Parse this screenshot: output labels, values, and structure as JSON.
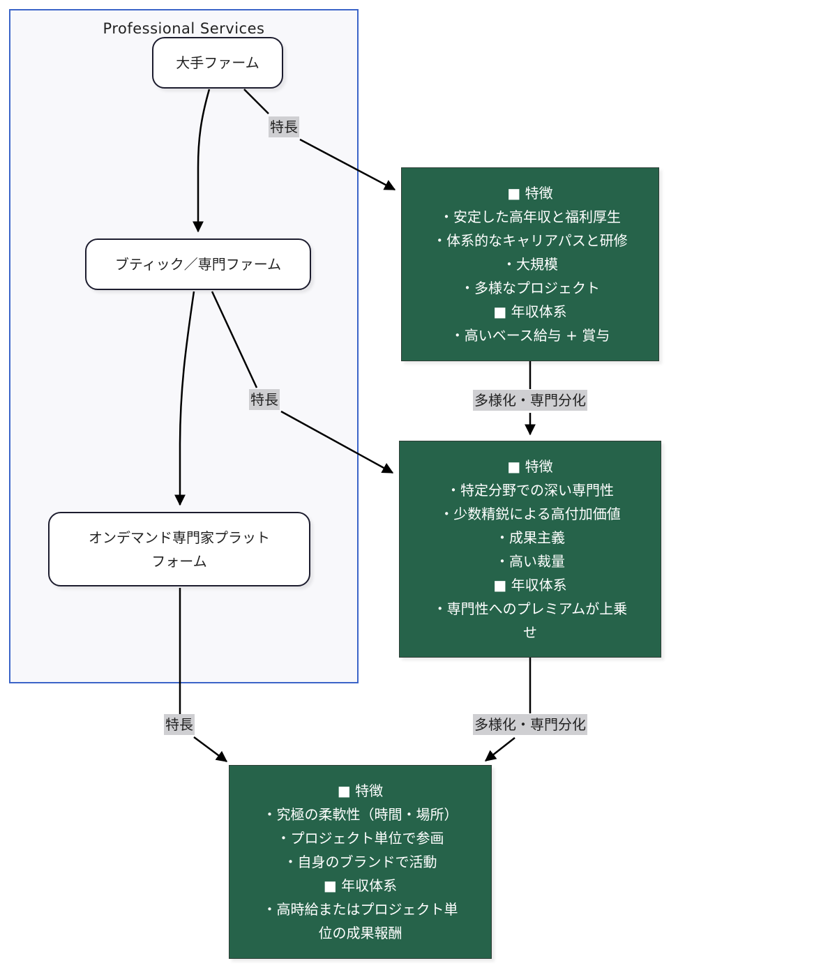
{
  "cluster": {
    "title": "Professional Services",
    "border_color": "#3b64c8",
    "background": "#f8f8fb"
  },
  "colors": {
    "box_fill": "#26634a",
    "box_text": "#ffffff",
    "edge_label_bg": "#cfcfd2",
    "edge_stroke": "#000000"
  },
  "nodes": {
    "large_firm": "大手ファーム",
    "boutique_firm": "ブティック／専門ファーム",
    "platform": [
      "オンデマンド専門家プラット",
      "フォーム"
    ]
  },
  "features": {
    "large_firm": [
      "■ 特徴",
      "・安定した高年収と福利厚生",
      "・体系的なキャリアパスと研修",
      "・大規模",
      "・多様なプロジェクト",
      "■ 年収体系",
      "・高いベース給与 + 賞与"
    ],
    "boutique_firm": [
      "■ 特徴",
      "・特定分野での深い専門性",
      "・少数精鋭による高付加価値",
      "・成果主義",
      "・高い裁量",
      "■ 年収体系",
      "・専門性へのプレミアムが上乗",
      "せ"
    ],
    "platform": [
      "■ 特徴",
      "・究極の柔軟性（時間・場所）",
      "・プロジェクト単位で参画",
      "・自身のブランドで活動",
      "■ 年収体系",
      "・高時給またはプロジェクト単",
      "位の成果報酬"
    ]
  },
  "edge_labels": {
    "feature_1": "特長",
    "feature_2": "特長",
    "feature_3": "特長",
    "diversify_1": "多様化・専門分化",
    "diversify_2": "多様化・専門分化"
  }
}
